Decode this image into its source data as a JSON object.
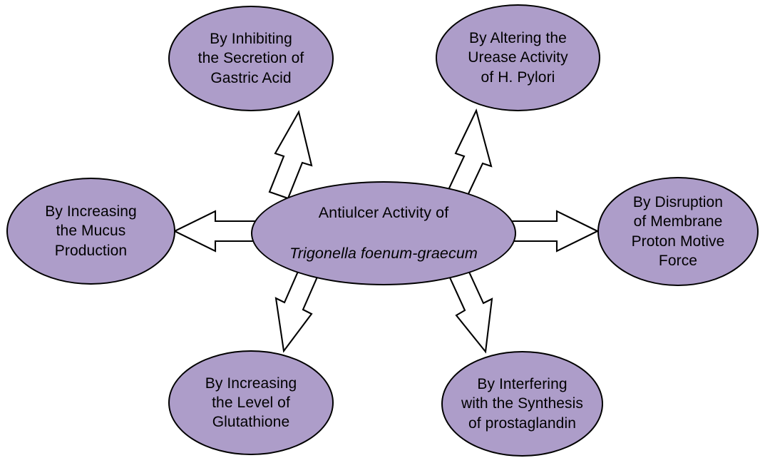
{
  "diagram": {
    "title": "Antiulcer Activity of Trigonella foenum-graecum mechanisms",
    "type": "radial-hub-and-spoke",
    "colors": {
      "node_fill": "#ad9dc9",
      "node_stroke": "#000000",
      "arrow_fill": "#ffffff",
      "arrow_stroke": "#000000",
      "background": "#ffffff",
      "text": "#000000"
    },
    "center": {
      "id": "center-node",
      "line_1": "Antiulcer Activity of",
      "line_2": "Trigonella foenum-graecum",
      "line_2_style": "italic"
    },
    "nodes": [
      {
        "id": "node-inhibiting-gastric-acid",
        "position": "top-left",
        "label": "By Inhibiting\nthe Secretion of\nGastric Acid"
      },
      {
        "id": "node-urease-activity",
        "position": "top-right",
        "label": "By Altering the\nUrease Activity\nof H. Pylori"
      },
      {
        "id": "node-mucus-production",
        "position": "left",
        "label": "By Increasing\nthe Mucus\nProduction"
      },
      {
        "id": "node-proton-motive-force",
        "position": "right",
        "label": "By Disruption\nof Membrane\nProton Motive\nForce"
      },
      {
        "id": "node-glutathione",
        "position": "bottom-left",
        "label": "By Increasing\nthe Level of\nGlutathione"
      },
      {
        "id": "node-prostaglandin",
        "position": "bottom-right",
        "label": "By Interfering\nwith the Synthesis\nof prostaglandin"
      }
    ],
    "arrows": [
      {
        "id": "arrow-to-inhibiting-gastric-acid",
        "direction": "up-left",
        "style": "hollow-block-arrow"
      },
      {
        "id": "arrow-to-urease-activity",
        "direction": "up-right",
        "style": "hollow-block-arrow"
      },
      {
        "id": "arrow-to-mucus-production",
        "direction": "left",
        "style": "hollow-block-arrow"
      },
      {
        "id": "arrow-to-proton-motive-force",
        "direction": "right",
        "style": "hollow-block-arrow"
      },
      {
        "id": "arrow-to-glutathione",
        "direction": "down-left",
        "style": "hollow-block-arrow"
      },
      {
        "id": "arrow-to-prostaglandin",
        "direction": "down-right",
        "style": "hollow-block-arrow"
      }
    ]
  }
}
